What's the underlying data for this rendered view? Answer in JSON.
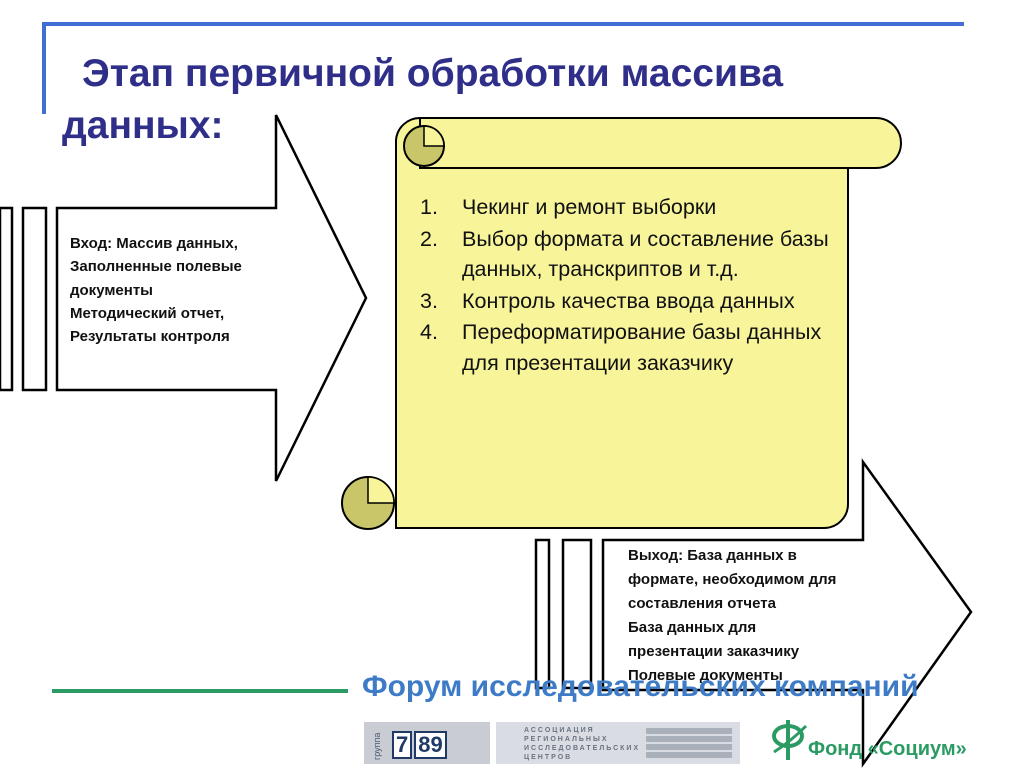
{
  "title": {
    "line1": "Этап первичной обработки массива",
    "line2": "данных:"
  },
  "input_block": {
    "lines": [
      "Вход: Массив данных,",
      "Заполненные полевые",
      "документы",
      "Методический отчет,",
      "Результаты контроля"
    ]
  },
  "process_scroll": {
    "steps": [
      {
        "num": "1.",
        "text": "Чекинг и ремонт выборки"
      },
      {
        "num": "2.",
        "text": "Выбор формата и составление базы данных, транскриптов и т.д."
      },
      {
        "num": "3.",
        "text": "Контроль качества ввода данных"
      },
      {
        "num": "4.",
        "text": "Переформатирование базы данных для презентации заказчику"
      }
    ]
  },
  "output_block": {
    "lines": [
      "Выход:  База данных в",
      "формате, необходимом для",
      "составления отчета",
      "База данных для",
      "презентации заказчику",
      "Полевые документы"
    ]
  },
  "footer": {
    "forum_title": "Форум исследовательских компаний",
    "group_label": "группа",
    "group_numbers": [
      "7",
      "89"
    ],
    "association_text": [
      "АССОЦИАЦИЯ",
      "РЕГИОНАЛЬНЫХ",
      "ИССЛЕДОВАТЕЛЬСКИХ",
      "ЦЕНТРОВ"
    ],
    "socium_text": "Фонд «Социум»"
  },
  "colors": {
    "title": "#2f2f8a",
    "frame": "#3f6fd6",
    "scroll_fill": "#f7f49a",
    "scroll_curl": "#c9c66a",
    "forum_title": "#3d7bc6",
    "footer_line": "#2a9b63"
  }
}
